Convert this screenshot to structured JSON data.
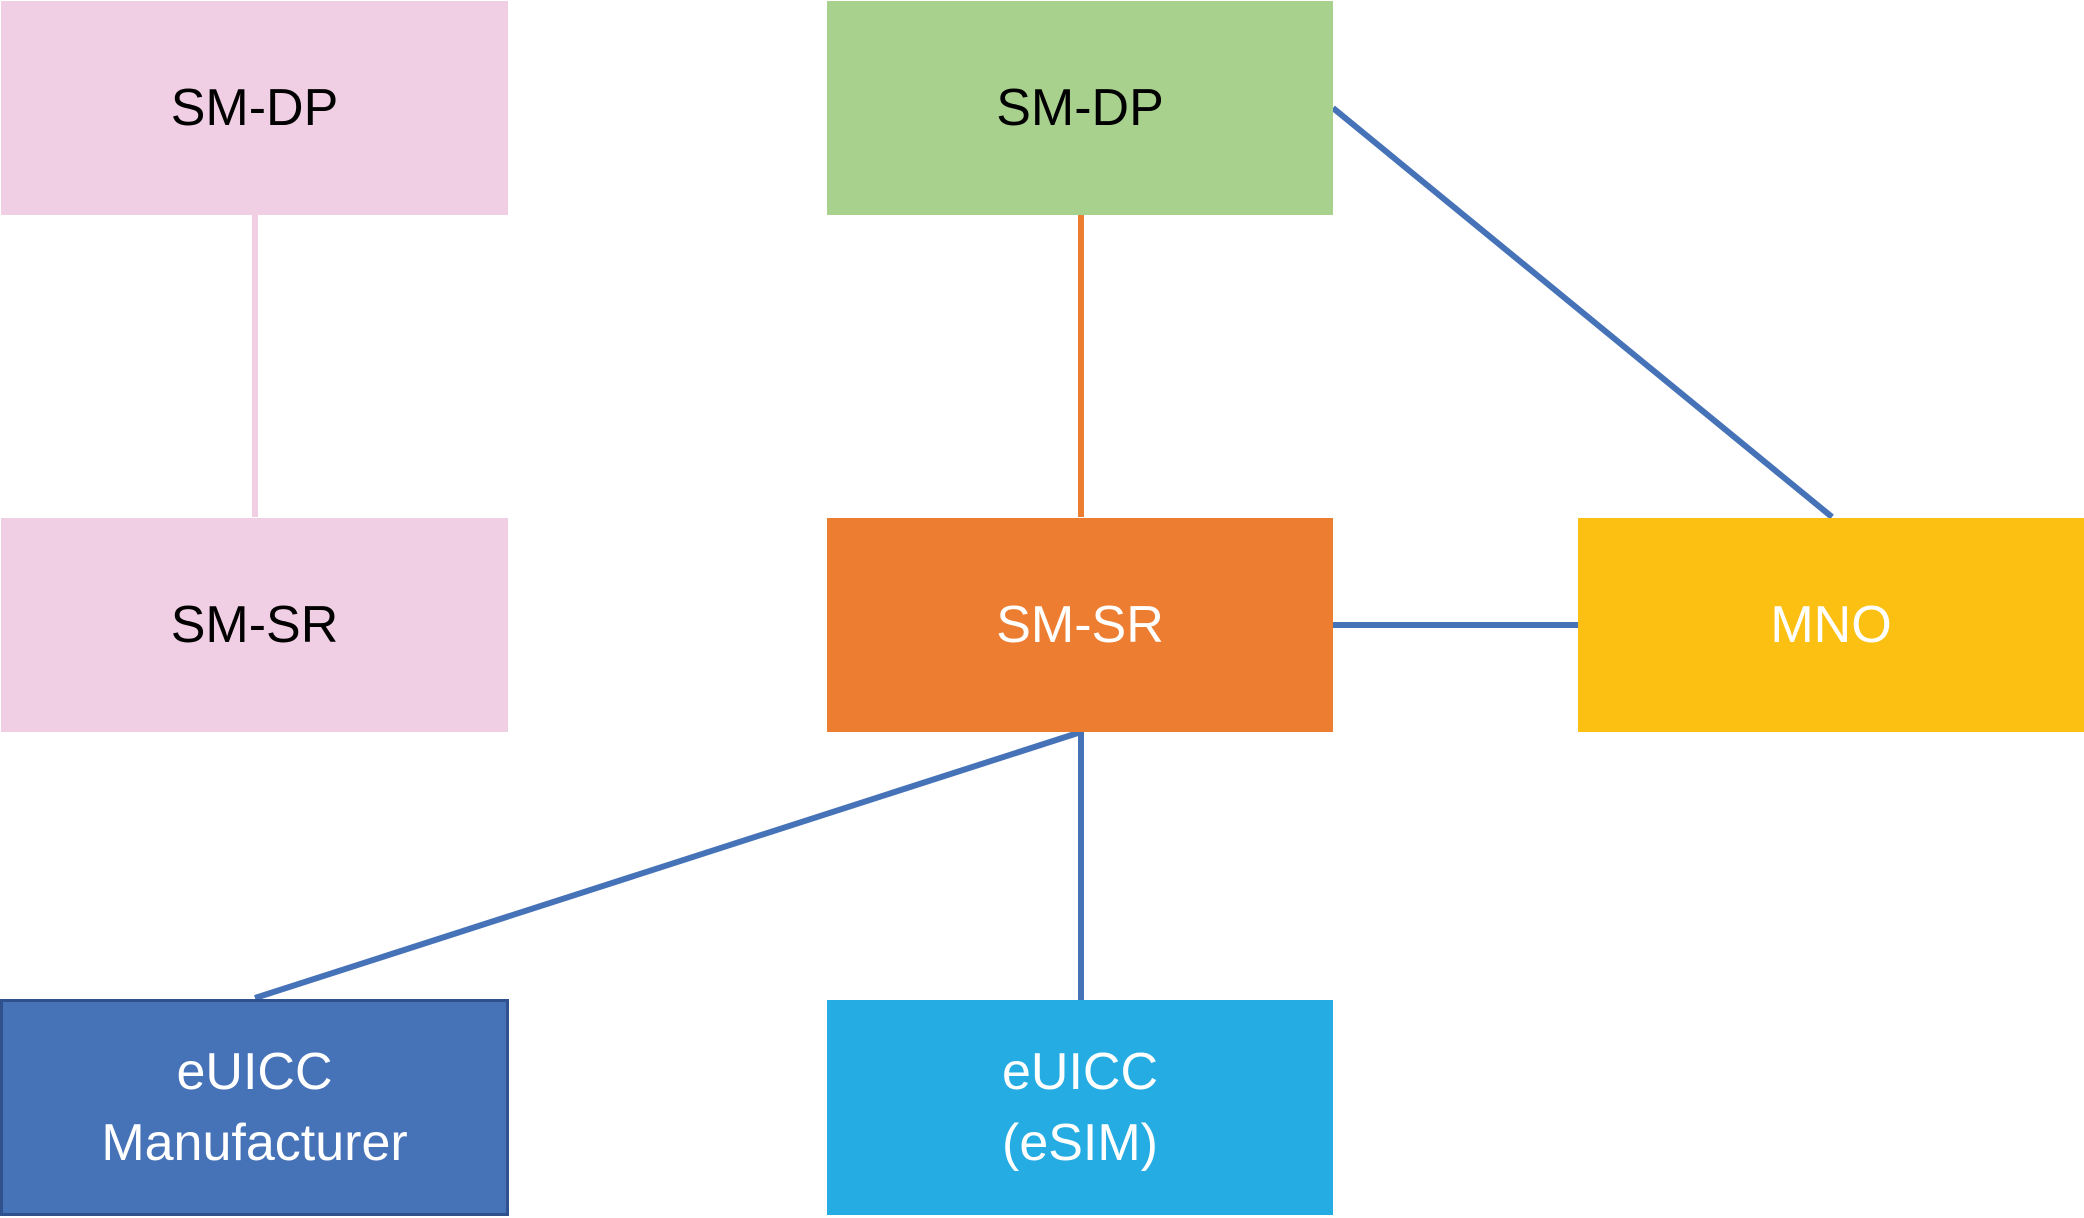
{
  "colors": {
    "pink_fill": "#F0CEE3",
    "green_fill": "#A9D18E",
    "orange_fill": "#ED7D31",
    "yellow_fill": "#FBC012",
    "navy_fill": "#4672B8",
    "navy_border": "#2F528F",
    "cyan_fill": "#25ACE2",
    "link_blue": "#4672B8",
    "link_orange": "#ED7D31",
    "link_pink": "#F0CEE3",
    "text_dark": "#000000",
    "text_light": "#FFFFFF"
  },
  "nodes": {
    "left_smdp": {
      "label": "SM-DP"
    },
    "left_smsr": {
      "label": "SM-SR"
    },
    "mid_smdp": {
      "label": "SM-DP"
    },
    "mid_smsr": {
      "label": "SM-SR"
    },
    "mno": {
      "label": "MNO"
    },
    "euicc_manufacturer": {
      "line1": "eUICC",
      "line2": "Manufacturer"
    },
    "euicc_esim": {
      "line1": "eUICC",
      "line2": "(eSIM)"
    }
  },
  "links": [
    {
      "from": "left_smdp",
      "to": "left_smsr",
      "color": "link_pink"
    },
    {
      "from": "mid_smdp",
      "to": "mid_smsr",
      "color": "link_orange"
    },
    {
      "from": "mid_smdp",
      "to": "mno",
      "color": "link_blue"
    },
    {
      "from": "mid_smsr",
      "to": "mno",
      "color": "link_blue"
    },
    {
      "from": "mid_smsr",
      "to": "euicc_manufacturer",
      "color": "link_blue"
    },
    {
      "from": "mid_smsr",
      "to": "euicc_esim",
      "color": "link_blue"
    }
  ]
}
